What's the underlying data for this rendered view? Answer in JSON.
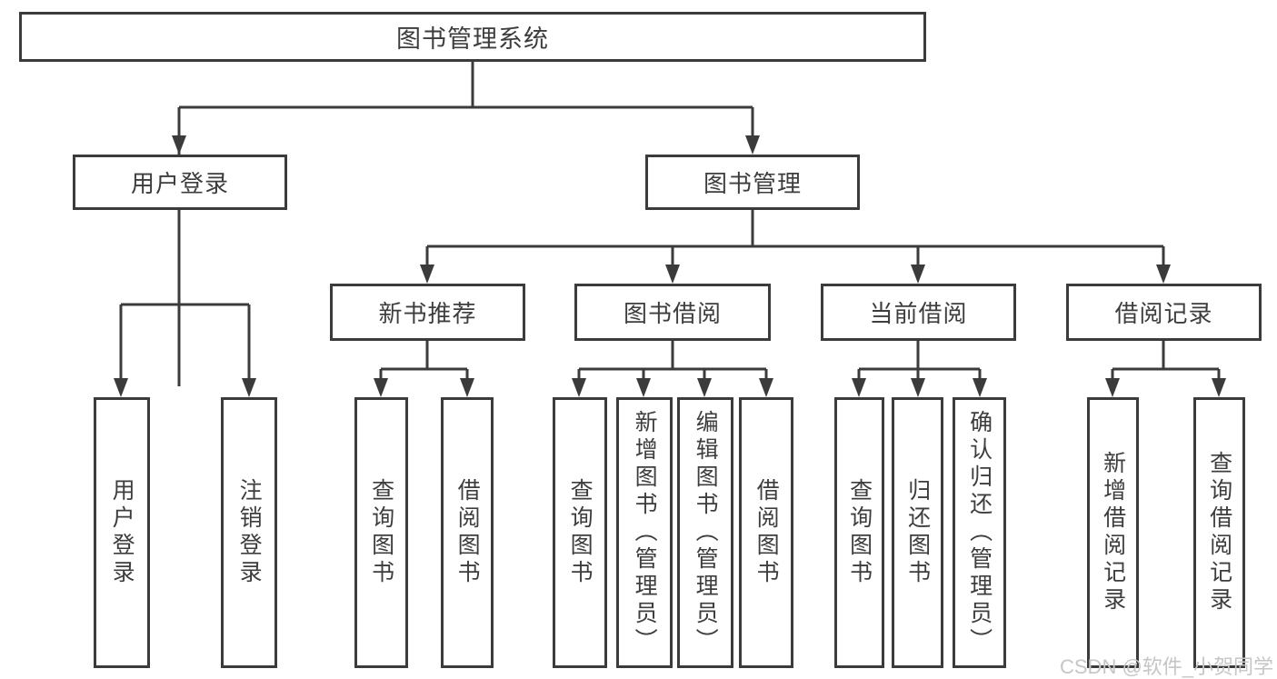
{
  "tree": {
    "label": "图书管理系统",
    "children": [
      {
        "label": "用户登录",
        "children": [
          {
            "label": "用户登录"
          },
          {
            "label": "注销登录"
          }
        ]
      },
      {
        "label": "图书管理",
        "children": [
          {
            "label": "新书推荐",
            "children": [
              {
                "label": "查询图书"
              },
              {
                "label": "借阅图书"
              }
            ]
          },
          {
            "label": "图书借阅",
            "children": [
              {
                "label": "查询图书"
              },
              {
                "label": "新增图书（管理员）"
              },
              {
                "label": "编辑图书（管理员）"
              },
              {
                "label": "借阅图书"
              }
            ]
          },
          {
            "label": "当前借阅",
            "children": [
              {
                "label": "查询图书"
              },
              {
                "label": "归还图书"
              },
              {
                "label": "确认归还（管理员）"
              }
            ]
          },
          {
            "label": "借阅记录",
            "children": [
              {
                "label": "新增借阅记录"
              },
              {
                "label": "查询借阅记录"
              }
            ]
          }
        ]
      }
    ]
  },
  "watermark": {
    "text": "CSDN @软件_小贺同学"
  },
  "colors": {
    "line": "#3b3b3b",
    "text": "#3d3d3d",
    "box_background": "#ffffff",
    "watermark": "#c6c6c6"
  }
}
